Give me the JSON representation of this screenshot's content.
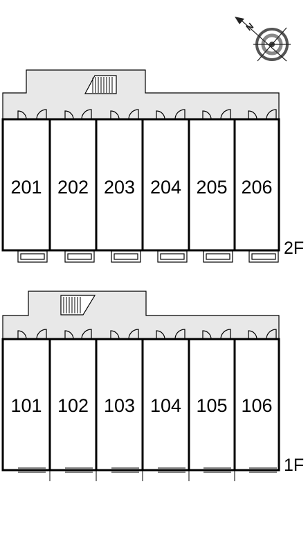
{
  "compass": {
    "north_label": "N"
  },
  "floors": [
    {
      "label": "2F",
      "units": [
        "201",
        "202",
        "203",
        "204",
        "205",
        "206"
      ]
    },
    {
      "label": "1F",
      "units": [
        "101",
        "102",
        "103",
        "104",
        "105",
        "106"
      ]
    }
  ],
  "colors": {
    "corridor": "#e8e8e8",
    "wall": "#000000",
    "background": "#ffffff"
  }
}
